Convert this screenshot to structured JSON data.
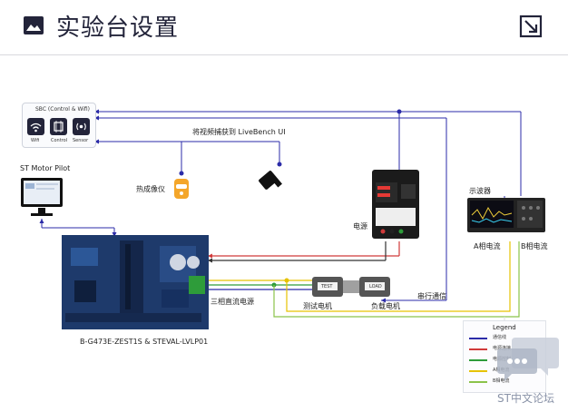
{
  "header": {
    "title": "实验台设置",
    "image_icon": "image-icon",
    "expand_icon": "expand-icon"
  },
  "diagram": {
    "sbc_title": "SBC (Control & Wifi)",
    "sbc_items": [
      "Wifi",
      "Control",
      "Sensor"
    ],
    "video_label": "将视频捕获到 LiveBench UI",
    "motor_pilot": "ST Motor Pilot",
    "thermal": "热成像仪",
    "power": "电源",
    "oscilloscope": "示波器",
    "phase_a": "A相电流",
    "phase_b": "B相电流",
    "three_phase": "三相直流电源",
    "test_motor": "测试电机",
    "load_motor": "负载电机",
    "serial": "串行通信",
    "board": "B-G473E-ZEST1S & STEVAL-LVLP01",
    "test_tag": "TEST",
    "load_tag": "LOAD",
    "legend_title": "Legend",
    "legend_items": [
      "通信线",
      "电源连接",
      "电源控制",
      "A相电流",
      "B相电流"
    ],
    "colors": {
      "comm": "#2b2ba8",
      "power": "#d03a3a",
      "control": "#2e9c3a",
      "phase_a": "#e6c200",
      "phase_b": "#8bc34a"
    }
  },
  "watermark": "ST中文论坛"
}
